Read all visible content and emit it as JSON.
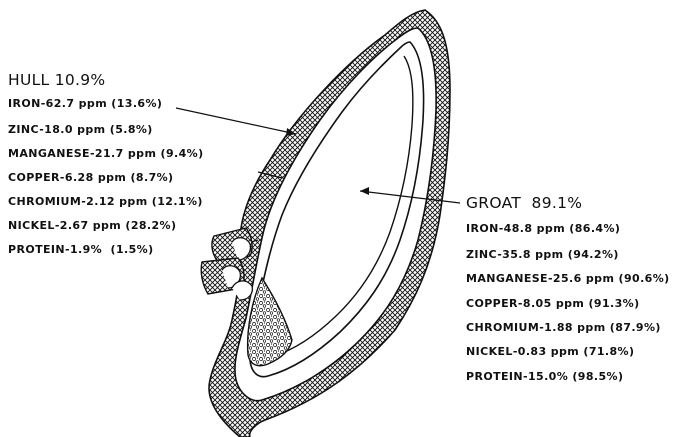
{
  "hull": {
    "title": "HULL   10.9%",
    "items": [
      "IRON-62.7 ppm (13.6%)",
      "ZINC-18.0 ppm (5.8%)",
      "MANGANESE-21.7 ppm (9.4%)",
      "COPPER-6.28 ppm (8.7%)",
      "CHROMIUM-2.12 ppm (12.1%)",
      "NICKEL-2.67 ppm (28.2%)",
      "PROTEIN-1.9%  (1.5%)"
    ]
  },
  "groat": {
    "title": "GROAT  89.1%",
    "items": [
      "IRON-48.8 ppm (86.4%)",
      "ZINC-35.8 ppm (94.2%)",
      "MANGANESE-25.6 ppm (90.6%)",
      "COPPER-8.05 ppm (91.3%)",
      "CHROMIUM-1.88 ppm (87.9%)",
      "NICKEL-0.83 ppm (71.8%)",
      "PROTEIN-15.0% (98.5%)"
    ]
  }
}
